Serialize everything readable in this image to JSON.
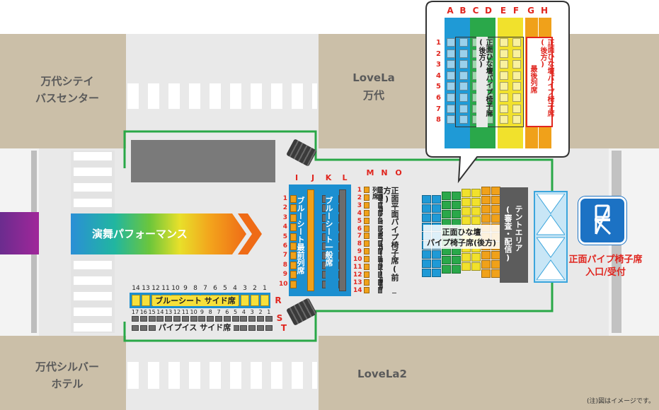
{
  "colors": {
    "building": "#cbbfa8",
    "road": "#e9e9e9",
    "crosswalk": "#ffffff",
    "route": "#29a847",
    "accent_red": "#e0261f",
    "blue_panel": "#1c8fd0",
    "seat_orange": "#f0a11a",
    "seat_gray": "#6c6c6c",
    "seat_yellow": "#f7e03a"
  },
  "buildings": {
    "bus_center": {
      "line1": "万代シテイ",
      "line2": "バスセンター"
    },
    "lovela_man": {
      "line1": "LoveLa",
      "line2": "万代"
    },
    "silver_hotel": {
      "line1": "万代シルバー",
      "line2": "ホテル"
    },
    "lovela2": {
      "line1": "LoveLa2"
    }
  },
  "performance": {
    "label": "演舞パフォーマンス"
  },
  "blue_block": {
    "col_labels": [
      "I",
      "J",
      "K",
      "L"
    ],
    "rows": [
      "1",
      "2",
      "3",
      "4",
      "5",
      "6",
      "7",
      "8",
      "9",
      "10"
    ],
    "front_label": "ブルーシート最前列席",
    "general_label": "ブルーシート一般席"
  },
  "mno_block": {
    "col_labels": [
      "M",
      "N",
      "O"
    ],
    "rows": [
      "1",
      "2",
      "3",
      "4",
      "5",
      "6",
      "7",
      "8",
      "9",
      "10",
      "11",
      "12",
      "13",
      "14"
    ],
    "m_label": "正面平面パイプ椅子席(前方)最前列席",
    "no_label": "正面平面パイプ椅子席(前方)"
  },
  "side_blue": {
    "row_letter": "R",
    "numbers": [
      "14",
      "13",
      "12",
      "11",
      "10",
      "9",
      "8",
      "7",
      "6",
      "5",
      "4",
      "3",
      "2",
      "1"
    ],
    "label": "ブルーシート サイド席"
  },
  "side_pipe": {
    "row_letters": [
      "S",
      "T"
    ],
    "numbers": [
      "17",
      "16",
      "15",
      "14",
      "13",
      "12",
      "11",
      "10",
      "9",
      "8",
      "7",
      "6",
      "5",
      "4",
      "3",
      "2",
      "1"
    ],
    "label": "パイプイス サイド席"
  },
  "hina_block": {
    "label_line1": "正面ひな壇",
    "label_line2": "パイプ椅子席(後方)"
  },
  "tent": {
    "label_line1": "テントエリア",
    "label_line2": "(審査・配信)"
  },
  "inset": {
    "col_labels": [
      "A",
      "B",
      "C",
      "D",
      "E",
      "F",
      "G",
      "H"
    ],
    "rows": [
      "1",
      "2",
      "3",
      "4",
      "5",
      "6",
      "7",
      "8"
    ],
    "main_label": "正面ひな壇パイプ椅子席(後方)",
    "last_row_label": "最後列席",
    "gh_label": "正面ひな壇パイプ椅子席(後方)"
  },
  "entrance": {
    "icon": "folding-chair-icon",
    "line1": "正面パイプ椅子席",
    "line2": "入口/受付"
  },
  "note": "(注)図はイメージです。"
}
